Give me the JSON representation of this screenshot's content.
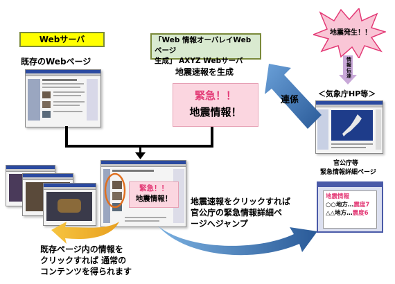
{
  "web_server_label": "Webサーバ",
  "existing_page_caption": "既存のWebページ",
  "overlay_server_label_line1": "「Web 情報オーバレイWebページ",
  "overlay_server_label_line2": "生成」 AXYZ Webサーバ",
  "generate_caption": "地震速報を生成",
  "quake_box_line1": "緊急！！",
  "quake_box_line2": "地震情報！",
  "earthquake_burst": "地震発生！！",
  "info_transfer": "情報伝達",
  "jma_label": "＜気象庁HP等＞",
  "cooperation": "連係",
  "overlay_quake_line1": "緊急！！",
  "overlay_quake_line2": "地震情報！",
  "ministry_label_line1": "官公庁等",
  "ministry_label_line2": "緊急情報詳細ページ",
  "ministry_title": "地震情報",
  "ministry_row1_prefix": "○○地方…",
  "ministry_row1_level": "震度7",
  "ministry_row2_prefix": "△△地方…",
  "ministry_row2_level": "震度6",
  "jump_text_line1": "地震速報をクリックすれば",
  "jump_text_line2": "官公庁の緊急情報詳細ペ",
  "jump_text_line3": "ージへジャンプ",
  "normal_text_line1": "既存ページ内の情報を",
  "normal_text_line2": "クリックすれば 通常の",
  "normal_text_line3": "コンテンツを得られます",
  "colors": {
    "yellow": "#ffff00",
    "green_box": "#d9ead0",
    "pink_box": "#fbd6e0",
    "pink_text": "#e33a76",
    "blue_arrow": "#3a78b8",
    "orange_arrow": "#f0b020",
    "orange_circle": "#e07020",
    "burst_fill": "#f9c6d6",
    "burst_stroke": "#e33a76",
    "purple_arrow": "#c8a8d8"
  }
}
